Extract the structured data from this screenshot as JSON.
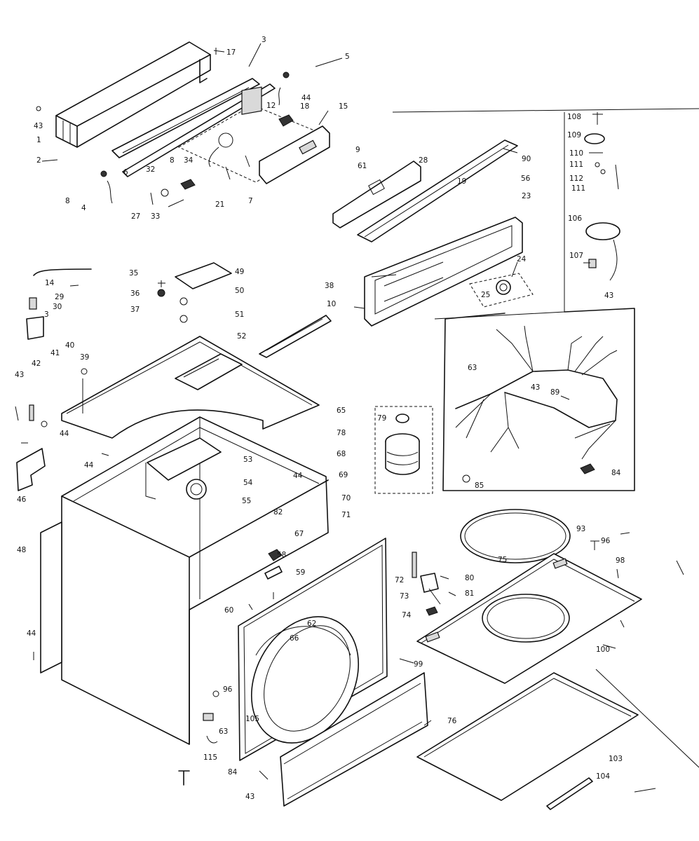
{
  "diagram": {
    "background": "#ffffff",
    "ink": "#111111",
    "callouts": [
      {
        "id": "c3",
        "text": "3"
      },
      {
        "id": "c17",
        "text": "17"
      },
      {
        "id": "c5",
        "text": "5"
      },
      {
        "id": "c12",
        "text": "12"
      },
      {
        "id": "c44a",
        "text": "44"
      },
      {
        "id": "c18",
        "text": "18"
      },
      {
        "id": "c15",
        "text": "15"
      },
      {
        "id": "c43a",
        "text": "43"
      },
      {
        "id": "c1",
        "text": "1"
      },
      {
        "id": "c2",
        "text": "2"
      },
      {
        "id": "c6",
        "text": "6"
      },
      {
        "id": "c32",
        "text": "32"
      },
      {
        "id": "c8a",
        "text": "8"
      },
      {
        "id": "c34",
        "text": "34"
      },
      {
        "id": "c8b",
        "text": "8"
      },
      {
        "id": "c4",
        "text": "4"
      },
      {
        "id": "c27",
        "text": "27"
      },
      {
        "id": "c33",
        "text": "33"
      },
      {
        "id": "c21",
        "text": "21"
      },
      {
        "id": "c7",
        "text": "7"
      },
      {
        "id": "c9",
        "text": "9"
      },
      {
        "id": "c61",
        "text": "61"
      },
      {
        "id": "c28",
        "text": "28"
      },
      {
        "id": "c90",
        "text": "90"
      },
      {
        "id": "c56",
        "text": "56"
      },
      {
        "id": "c19",
        "text": "19"
      },
      {
        "id": "c23",
        "text": "23"
      },
      {
        "id": "c108",
        "text": "108"
      },
      {
        "id": "c109",
        "text": "109"
      },
      {
        "id": "c110",
        "text": "110"
      },
      {
        "id": "c111a",
        "text": "111"
      },
      {
        "id": "c112",
        "text": "112"
      },
      {
        "id": "c111b",
        "text": "111"
      },
      {
        "id": "c106",
        "text": "106"
      },
      {
        "id": "c107",
        "text": "107"
      },
      {
        "id": "c43b",
        "text": "43"
      },
      {
        "id": "c14",
        "text": "14"
      },
      {
        "id": "c35",
        "text": "35"
      },
      {
        "id": "c49",
        "text": "49"
      },
      {
        "id": "c36",
        "text": "36"
      },
      {
        "id": "c50",
        "text": "50"
      },
      {
        "id": "c37",
        "text": "37"
      },
      {
        "id": "c51",
        "text": "51"
      },
      {
        "id": "c29",
        "text": "29"
      },
      {
        "id": "c30",
        "text": "30"
      },
      {
        "id": "c3b",
        "text": "3"
      },
      {
        "id": "c38",
        "text": "38"
      },
      {
        "id": "c10",
        "text": "10"
      },
      {
        "id": "c24",
        "text": "24"
      },
      {
        "id": "c25",
        "text": "25"
      },
      {
        "id": "c52",
        "text": "52"
      },
      {
        "id": "c40",
        "text": "40"
      },
      {
        "id": "c41",
        "text": "41"
      },
      {
        "id": "c42",
        "text": "42"
      },
      {
        "id": "c39",
        "text": "39"
      },
      {
        "id": "c43c",
        "text": "43"
      },
      {
        "id": "c44b",
        "text": "44"
      },
      {
        "id": "c46",
        "text": "46"
      },
      {
        "id": "c44c",
        "text": "44"
      },
      {
        "id": "c65",
        "text": "65"
      },
      {
        "id": "c78",
        "text": "78"
      },
      {
        "id": "c79",
        "text": "79"
      },
      {
        "id": "c68",
        "text": "68"
      },
      {
        "id": "c63",
        "text": "63"
      },
      {
        "id": "c43d",
        "text": "43"
      },
      {
        "id": "c89",
        "text": "89"
      },
      {
        "id": "c53",
        "text": "53"
      },
      {
        "id": "c54",
        "text": "54"
      },
      {
        "id": "c55",
        "text": "55"
      },
      {
        "id": "c44d",
        "text": "44"
      },
      {
        "id": "c69",
        "text": "69"
      },
      {
        "id": "c70",
        "text": "70"
      },
      {
        "id": "c71",
        "text": "71"
      },
      {
        "id": "c82",
        "text": "82"
      },
      {
        "id": "c85",
        "text": "85"
      },
      {
        "id": "c84a",
        "text": "84"
      },
      {
        "id": "c48",
        "text": "48"
      },
      {
        "id": "c67",
        "text": "67"
      },
      {
        "id": "c93",
        "text": "93"
      },
      {
        "id": "c58",
        "text": "58"
      },
      {
        "id": "c59",
        "text": "59"
      },
      {
        "id": "c96a",
        "text": "96"
      },
      {
        "id": "c98",
        "text": "98"
      },
      {
        "id": "c75",
        "text": "75"
      },
      {
        "id": "c72",
        "text": "72"
      },
      {
        "id": "c80",
        "text": "80"
      },
      {
        "id": "c73",
        "text": "73"
      },
      {
        "id": "c81",
        "text": "81"
      },
      {
        "id": "c60",
        "text": "60"
      },
      {
        "id": "c62",
        "text": "62"
      },
      {
        "id": "c74",
        "text": "74"
      },
      {
        "id": "c44e",
        "text": "44"
      },
      {
        "id": "c66",
        "text": "66"
      },
      {
        "id": "c100",
        "text": "100"
      },
      {
        "id": "c99",
        "text": "99"
      },
      {
        "id": "c96b",
        "text": "96"
      },
      {
        "id": "c105",
        "text": "105"
      },
      {
        "id": "c76",
        "text": "76"
      },
      {
        "id": "c63b",
        "text": "63"
      },
      {
        "id": "c115",
        "text": "115"
      },
      {
        "id": "c103",
        "text": "103"
      },
      {
        "id": "c84b",
        "text": "84"
      },
      {
        "id": "c104",
        "text": "104"
      },
      {
        "id": "c43e",
        "text": "43"
      }
    ]
  }
}
